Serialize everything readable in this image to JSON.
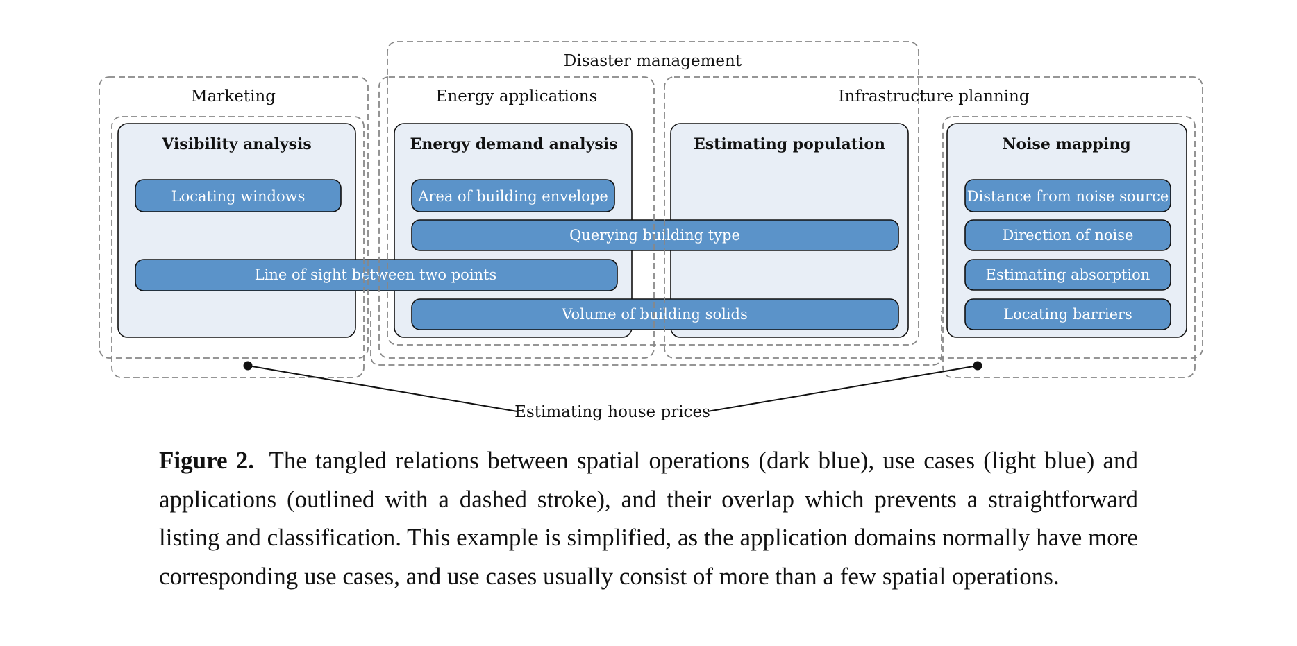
{
  "applications": {
    "disaster_management": "Disaster management",
    "marketing": "Marketing",
    "energy_applications": "Energy applications",
    "infrastructure_planning": "Infrastructure planning",
    "estimating_house_prices": "Estimating house prices"
  },
  "use_cases": {
    "visibility": "Visibility analysis",
    "energy_demand": "Energy demand analysis",
    "population": "Estimating population",
    "noise": "Noise mapping"
  },
  "operations": {
    "locating_windows": "Locating windows",
    "area_envelope": "Area of building envelope",
    "querying_type": "Querying building type",
    "line_of_sight": "Line of sight between two points",
    "volume_solids": "Volume of building solids",
    "distance_noise": "Distance from noise source",
    "direction_noise": "Direction of noise",
    "absorption": "Estimating absorption",
    "barriers": "Locating barriers"
  },
  "caption": {
    "label": "Figure 2.",
    "text": "The tangled relations between spatial operations (dark blue), use cases (light blue) and applications (outlined with a dashed stroke), and their overlap which prevents a straightforward listing and classification.  This example is simplified, as the application domains normally have more corresponding use cases, and use cases usually consist of more than a few spatial operations."
  },
  "colors": {
    "operation_fill": "#5b93c9",
    "use_case_fill": "#e8eef6",
    "dashed_stroke": "#888888",
    "outline": "#111111"
  }
}
